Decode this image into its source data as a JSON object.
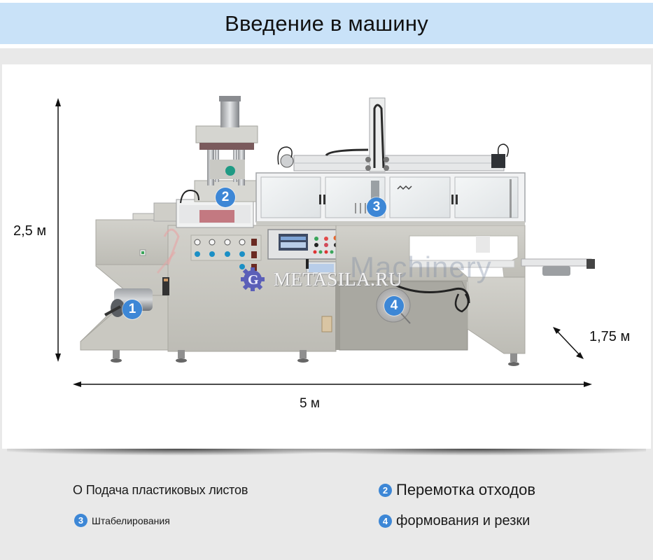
{
  "header": {
    "title": "Введение в машину"
  },
  "dimensions": {
    "height_label": "2,5 м",
    "width_label": "5 м",
    "depth_label": "1,75 м"
  },
  "machine_image": {
    "description": "Thermoforming machine photo with numbered callouts",
    "callouts": [
      {
        "number": "1",
        "target": "sheet-feed-roll"
      },
      {
        "number": "2",
        "target": "forming-press"
      },
      {
        "number": "3",
        "target": "stacking-unit"
      },
      {
        "number": "4",
        "target": "waste-rewind-wheel"
      }
    ],
    "watermarks": {
      "primary": "METASILA.RU",
      "secondary": "Machinery"
    }
  },
  "legend": {
    "items": [
      {
        "marker": "О",
        "label": "Подача пластиковых листов"
      },
      {
        "marker": "2",
        "label": "Перемотка отходов"
      },
      {
        "marker": "3",
        "label": "Штабелирования"
      },
      {
        "marker": "4",
        "label": "формования и резки"
      }
    ]
  },
  "colors": {
    "title_bar": "#c9e2f8",
    "badge": "#3d87d6",
    "background": "#e9e9e9",
    "panel": "#ffffff",
    "machine_body": "#c7c6bf"
  }
}
